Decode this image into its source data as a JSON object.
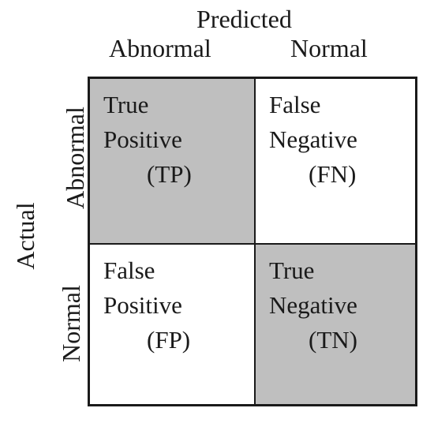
{
  "header": {
    "predicted": "Predicted",
    "col_abnormal": "Abnormal",
    "col_normal": "Normal"
  },
  "side": {
    "actual": "Actual",
    "row_abnormal": "Abnormal",
    "row_normal": "Normal"
  },
  "cells": {
    "tp": {
      "line1": "True",
      "line2": "Positive",
      "abbr": "(TP)"
    },
    "fn": {
      "line1": "False",
      "line2": "Negative",
      "abbr": "(FN)"
    },
    "fp": {
      "line1": "False",
      "line2": "Positive",
      "abbr": "(FP)"
    },
    "tn": {
      "line1": "True",
      "line2": "Negative",
      "abbr": "(TN)"
    }
  },
  "colors": {
    "shaded": "#bfbfbf",
    "line": "#1a1a1a",
    "background": "#ffffff"
  }
}
